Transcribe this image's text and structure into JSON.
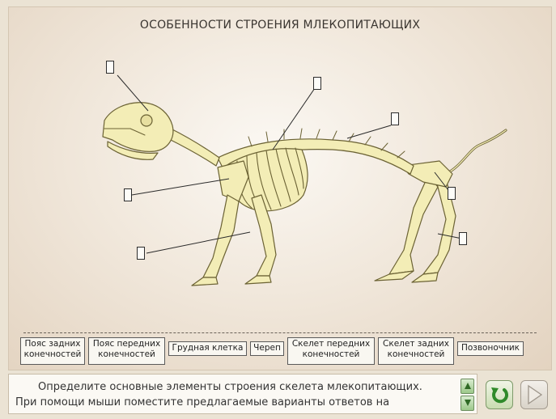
{
  "title": "ОСОБЕННОСТИ СТРОЕНИЯ МЛЕКОПИТАЮЩИХ",
  "answers": [
    {
      "line1": "Пояс задних",
      "line2": "конечностей"
    },
    {
      "line1": "Пояс передних",
      "line2": "конечностей"
    },
    {
      "line1": "Грудная клетка",
      "line2": ""
    },
    {
      "line1": "Череп",
      "line2": ""
    },
    {
      "line1": "Скелет передних",
      "line2": "конечностей"
    },
    {
      "line1": "Скелет задних",
      "line2": "конечностей"
    },
    {
      "line1": "Позвоночник",
      "line2": ""
    }
  ],
  "instructions": {
    "line1": "Определите основные элементы строения скелета млекопитающих.",
    "line2": "При помощи мыши поместите предлагаемые варианты ответов на"
  },
  "colors": {
    "bone_fill": "#f3edb6",
    "bone_stroke": "#6b6234",
    "accent_green": "#2f8a2a"
  },
  "icons": {
    "scroll_up": "triangle-up-icon",
    "scroll_down": "triangle-down-icon",
    "restart": "restart-icon",
    "next": "play-next-icon"
  }
}
